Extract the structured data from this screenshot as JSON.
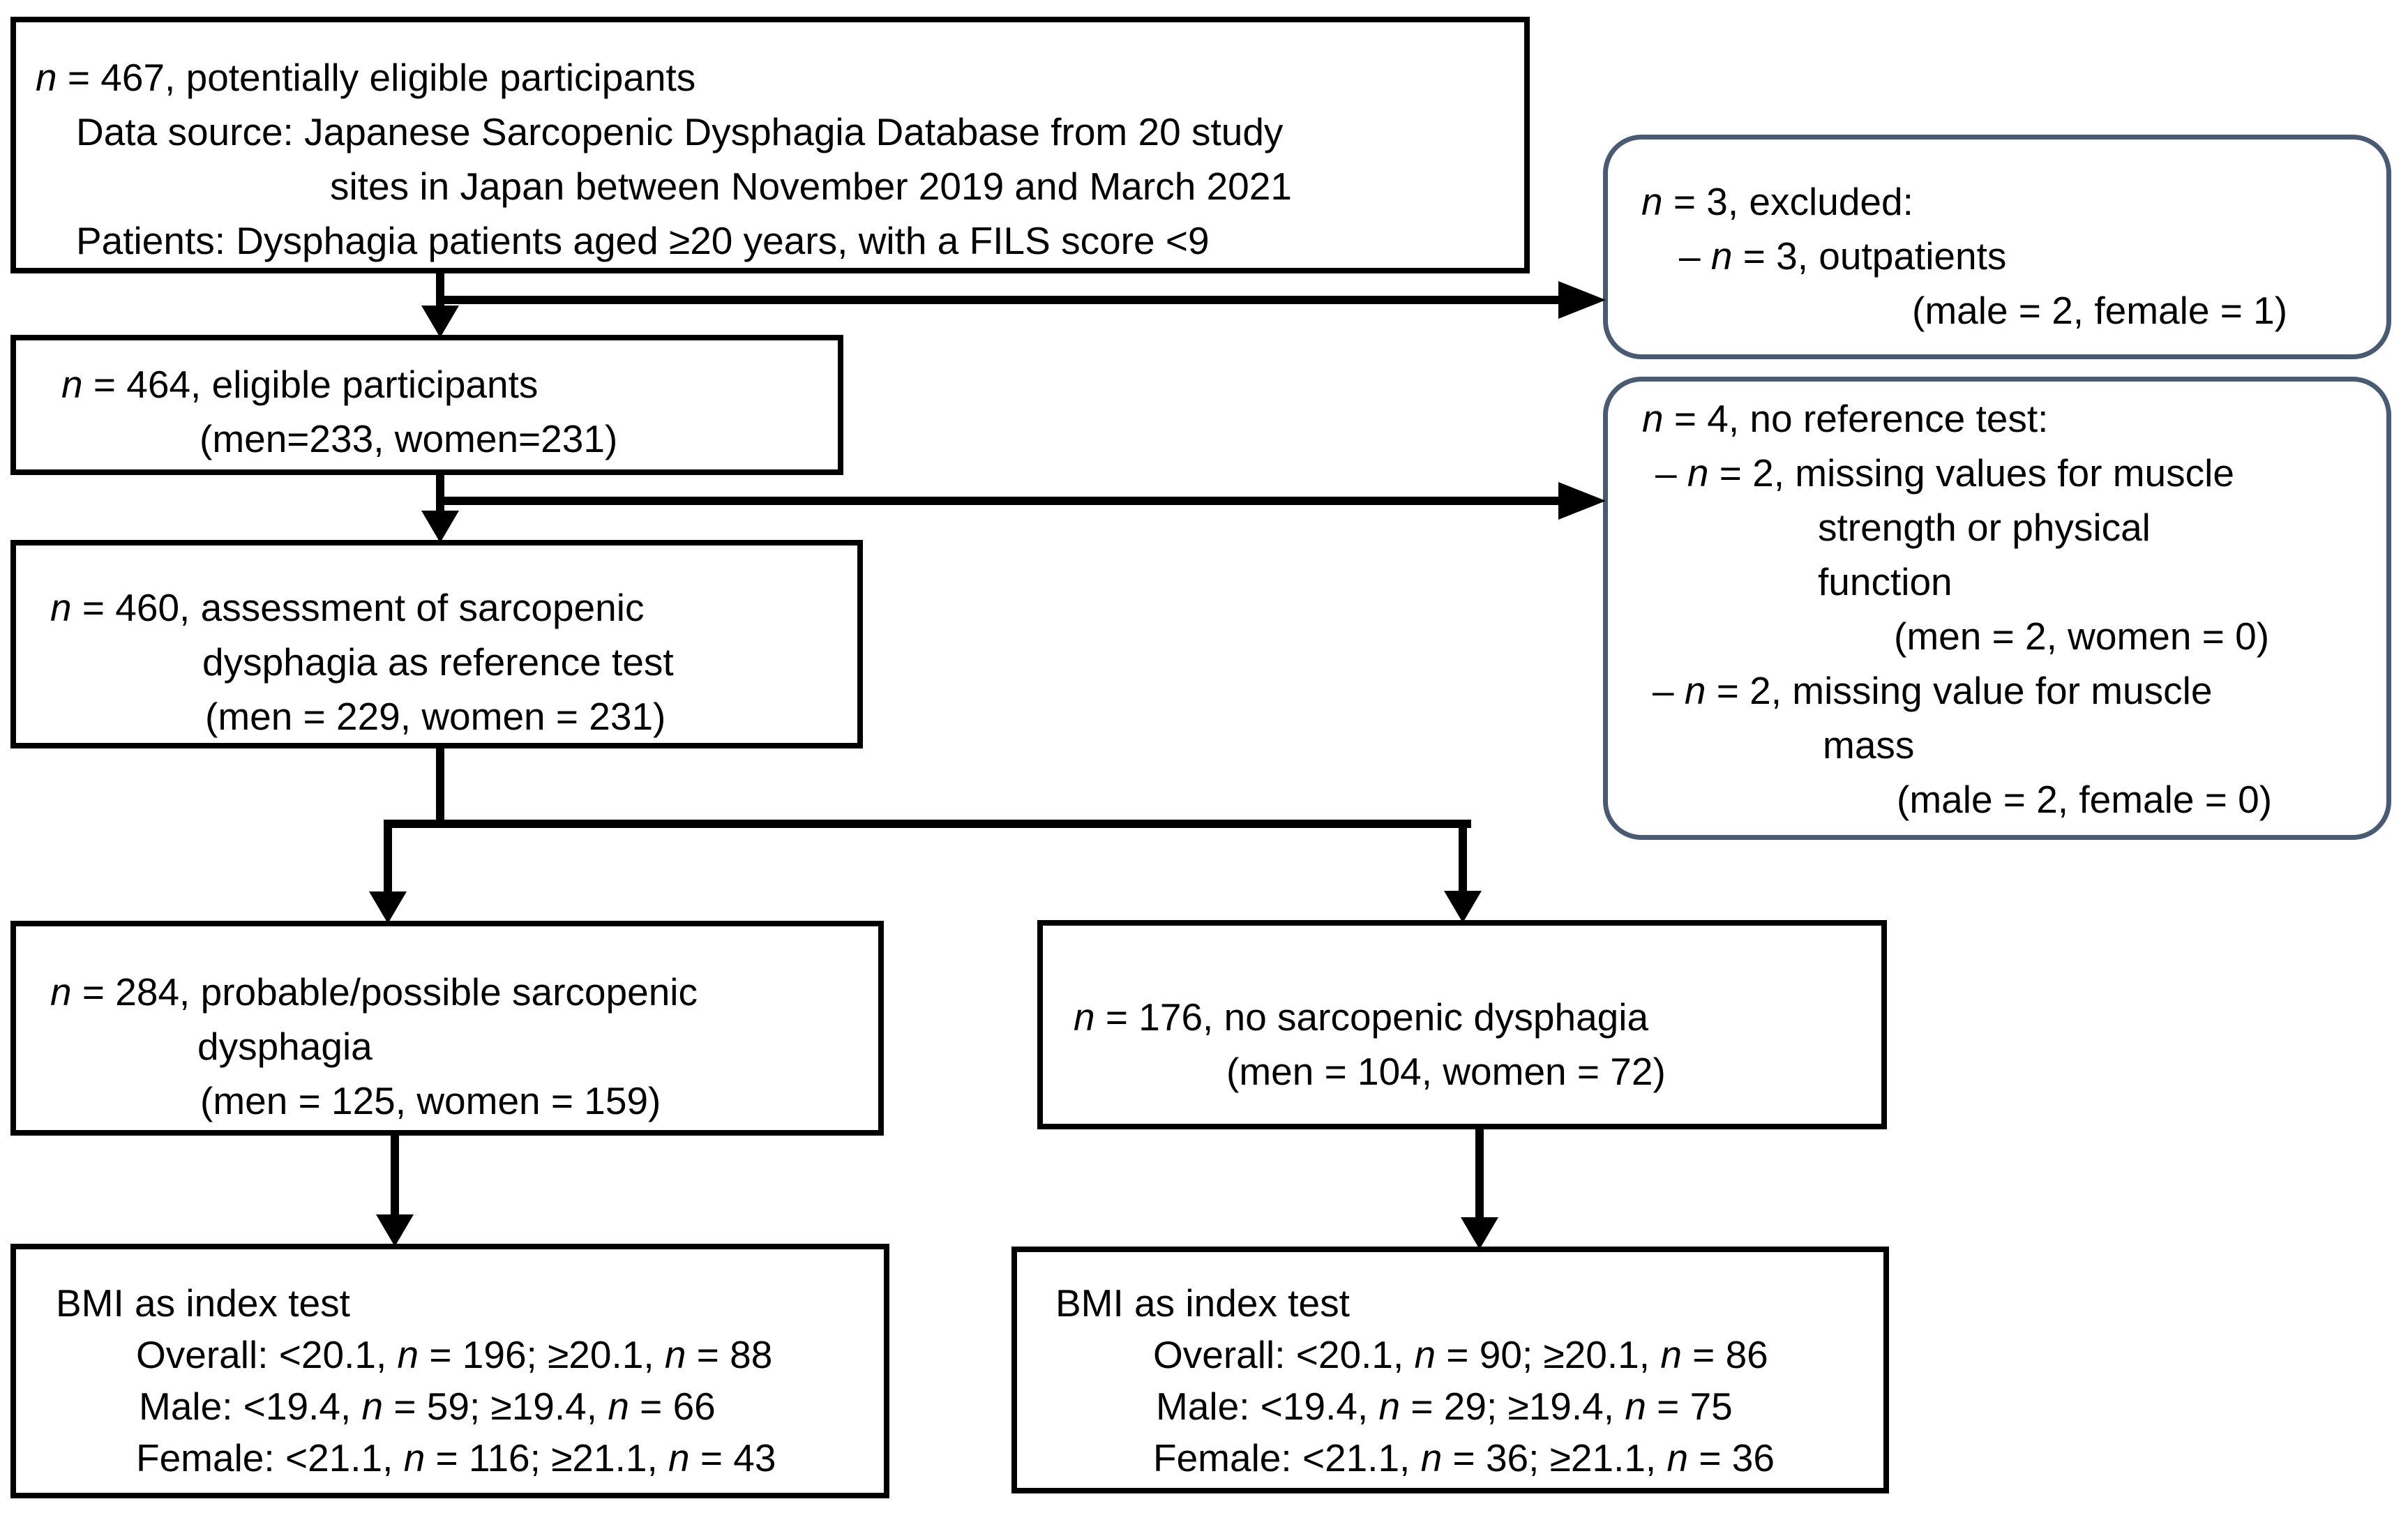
{
  "diagram": {
    "colors": {
      "box_border": "#000000",
      "side_box_border": "#4a5a72",
      "background": "#ffffff",
      "text": "#000000"
    },
    "boxes": {
      "potentially_eligible": {
        "lines": [
          "n = 467, potentially eligible participants",
          "Data source: Japanese Sarcopenic Dysphagia Database from 20 study",
          "sites in Japan between November 2019 and March 2021",
          "Patients: Dysphagia patients aged ≥20 years, with a FILS score <9"
        ]
      },
      "excluded": {
        "lines": [
          "n = 3, excluded:",
          "– n = 3, outpatients",
          "(male = 2, female = 1)"
        ]
      },
      "eligible": {
        "lines": [
          "n = 464, eligible participants",
          "(men=233, women=231)"
        ]
      },
      "no_reference_test": {
        "lines": [
          "n = 4, no reference test:",
          "– n = 2, missing values for muscle",
          "strength or physical",
          "function",
          "(men = 2, women = 0)",
          "– n = 2, missing value for muscle",
          "mass",
          "(male = 2, female = 0)"
        ]
      },
      "reference_test": {
        "lines": [
          "n = 460, assessment of sarcopenic",
          "dysphagia as reference test",
          "(men = 229, women = 231)"
        ]
      },
      "sarcopenic": {
        "lines": [
          "n = 284, probable/possible sarcopenic",
          "dysphagia",
          "(men = 125, women = 159)"
        ]
      },
      "no_sarcopenic": {
        "lines": [
          "n = 176, no sarcopenic dysphagia",
          "(men = 104, women = 72)"
        ]
      },
      "bmi_sarcopenic": {
        "lines": [
          "BMI as index test",
          "Overall: <20.1, n = 196; ≥20.1, n = 88",
          "Male: <19.4, n = 59; ≥19.4, n = 66",
          "Female: <21.1, n = 116; ≥21.1, n = 43"
        ]
      },
      "bmi_no_sarcopenic": {
        "lines": [
          "BMI as index test",
          "Overall: <20.1, n = 90; ≥20.1, n = 86",
          "Male: <19.4, n = 29; ≥19.4, n = 75",
          "Female: <21.1, n = 36; ≥21.1, n = 36"
        ]
      }
    }
  }
}
